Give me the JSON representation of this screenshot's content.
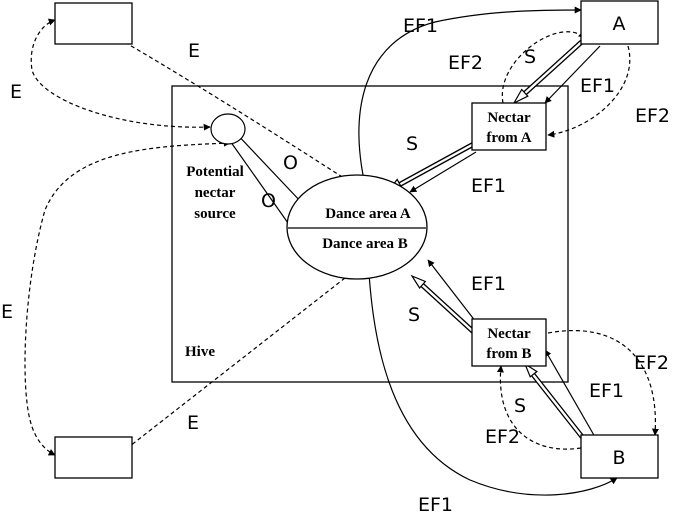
{
  "hive": {
    "label": "Hive"
  },
  "potential_source": {
    "line1": "Potential",
    "line2": "nectar",
    "line3": "source"
  },
  "dance_area": {
    "a_label": "Dance area A",
    "b_label": "Dance area B"
  },
  "nectar_a": {
    "line1": "Nectar",
    "line2": "from A"
  },
  "nectar_b": {
    "line1": "Nectar",
    "line2": "from B"
  },
  "source_a": {
    "label": "A"
  },
  "source_b": {
    "label": "B"
  },
  "edge_labels": {
    "e_top": "E",
    "e_left_top": "E",
    "e_left_mid": "E",
    "e_bottom": "E",
    "o_upper": "O",
    "o_lower": "O",
    "s_top": "S",
    "s_mid_a": "S",
    "s_mid_b": "S",
    "s_bottom": "S",
    "ef1_top": "EF1",
    "ef2_top": "EF2",
    "ef1_right_a": "EF1",
    "ef2_right_a": "EF2",
    "ef1_mid_a": "EF1",
    "ef1_mid_b": "EF1",
    "ef2_right_b": "EF2",
    "ef1_right_b": "EF1",
    "ef2_bottom_b": "EF2",
    "ef1_bottom": "EF1"
  }
}
